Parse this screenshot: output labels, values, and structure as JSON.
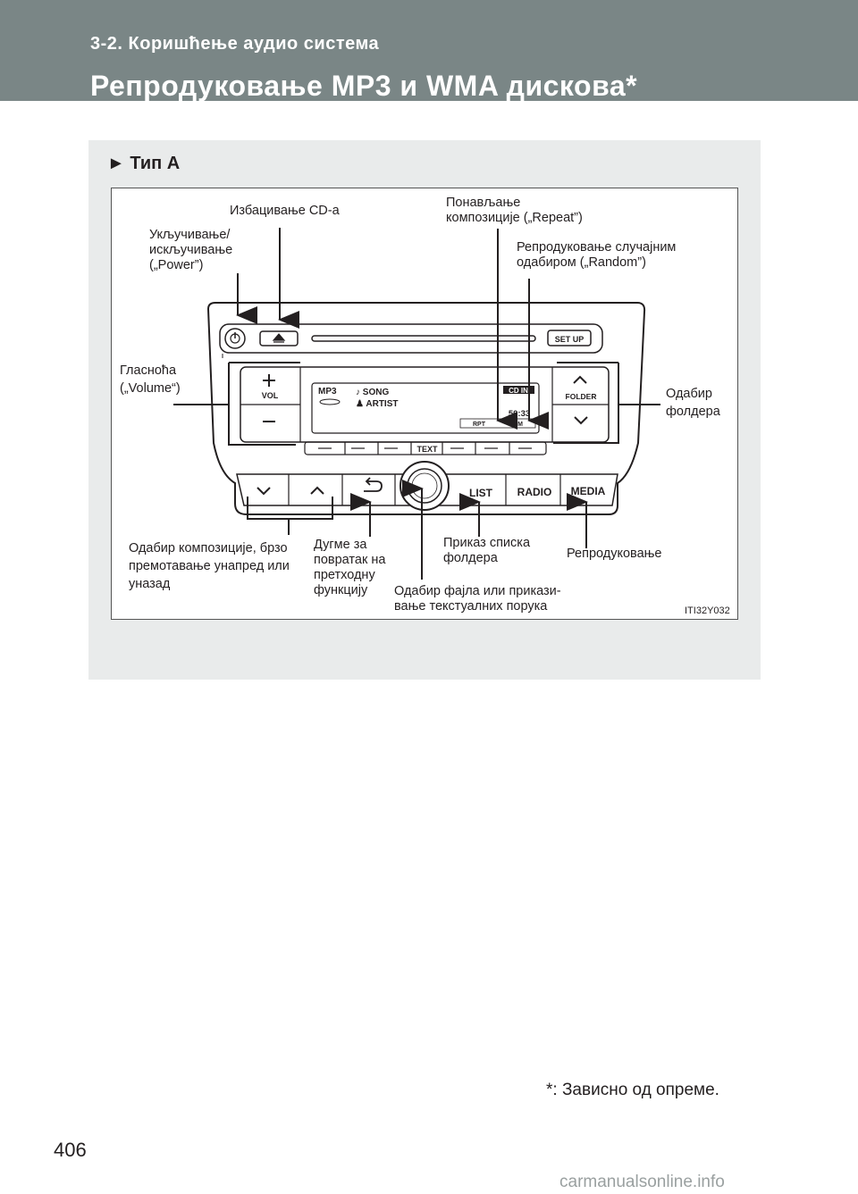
{
  "header": {
    "section": "3-2. Коришћење аудио система",
    "title": "Репродуковање MP3 и WMA дискова*"
  },
  "figure": {
    "type_label": "Тип A",
    "labels": {
      "eject": "Избацивање CD-а",
      "power": [
        "Укључивање/",
        "искључивање",
        "(„Power”)"
      ],
      "repeat": [
        "Понављање",
        "композиције („Repeat”)"
      ],
      "random": [
        "Репродуковање случајним",
        "одабиром („Random”)"
      ],
      "volume": [
        "Гласноћа",
        "(„Volume“)"
      ],
      "folder": [
        "Одабир",
        "фолдера"
      ],
      "track": [
        "Одабир композиције, брзо",
        "премотавање унапред или",
        "уназад"
      ],
      "back": [
        "Дугме за",
        "повратак на",
        "претходну",
        "функцију"
      ],
      "list": [
        "Приказ списка",
        "фолдера"
      ],
      "media": "Репродуковање",
      "knob": [
        "Одабир фајла или прикази-",
        "вање текстуалних порука"
      ]
    },
    "code": "ITI32Y032",
    "device": {
      "setup": "SET UP",
      "vol": "VOL",
      "folder": "FOLDER",
      "mp3": "MP3",
      "song": "♪ SONG",
      "artist": "♟ ARTIST",
      "cd_in": "CD IN",
      "time": "50:33",
      "rpt": "RPT",
      "rdm": "RDM",
      "text": "TEXT",
      "list": "LIST",
      "radio": "RADIO",
      "media": "MEDIA"
    }
  },
  "footnote": "*: Зависно од опреме.",
  "page_number": "406",
  "watermark": "carmanualsonline.info"
}
